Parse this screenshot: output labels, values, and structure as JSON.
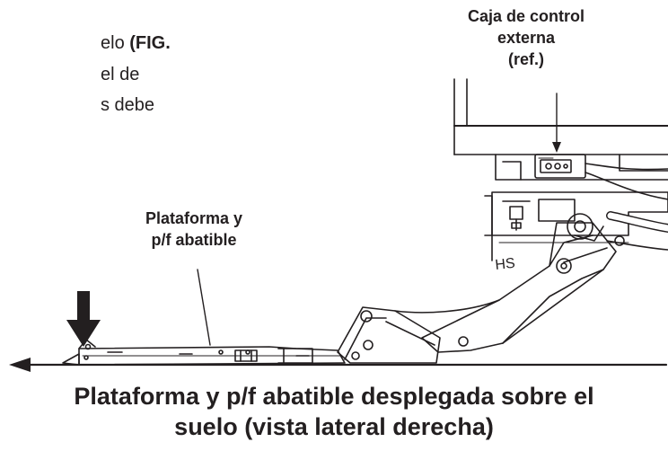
{
  "body_text": {
    "line1_normal": "elo ",
    "line1_bold": "(FIG.",
    "line2": "el de",
    "line3": "s debe"
  },
  "callouts": {
    "control_box": [
      "Caja de control",
      "externa",
      "(ref.)"
    ],
    "platform": [
      "Plataforma y",
      "p/f abatible"
    ]
  },
  "caption": {
    "line1": "Plataforma y p/f abatible desplegada sobre el",
    "line2": "suelo (vista lateral derecha)"
  },
  "colors": {
    "ink": "#231f20",
    "paper": "#ffffff"
  },
  "icons": {
    "down_arrow": "down-arrow-icon",
    "left_arrow": "left-arrow-icon"
  }
}
